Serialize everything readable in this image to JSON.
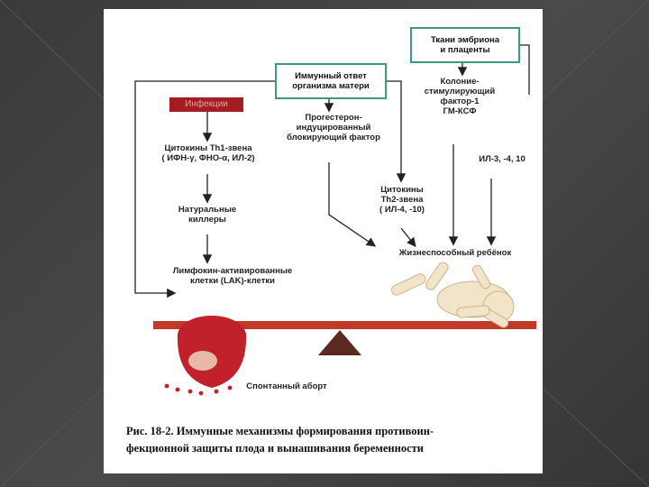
{
  "boxes": {
    "embryo_tissue": [
      "Ткани эмбриона",
      "и плаценты"
    ],
    "maternal_response": [
      "Иммунный ответ",
      "организма матери"
    ],
    "infection": "Инфекции"
  },
  "labels": {
    "th1": [
      "Цитокины Th1-звена",
      "( ИФН-γ, ФНО-α, ИЛ-2)"
    ],
    "nk": [
      "Натуральные",
      "киллеры"
    ],
    "lak": [
      "Лимфокин-активированные",
      "клетки (LAK)-клетки"
    ],
    "progesterone": [
      "Прогестерон-",
      "индуцированный",
      "блокирующий фактор"
    ],
    "csf": [
      "Колоние-",
      "стимулирующий",
      "фактор-1",
      "ГМ-КСФ"
    ],
    "il3": "ИЛ-3, -4, 10",
    "th2": [
      "Цитокины",
      "Th2-звена",
      "( ИЛ-4, -10)"
    ],
    "viable": "Жизнеспособный ребёнок",
    "abortion": "Спонтанный аборт"
  },
  "caption": [
    "Рис. 18-2. Иммунные механизмы формирования противоин-",
    "фекционной защиты плода и вынашивания беременности"
  ],
  "colors": {
    "box_border": "#3a9a8a",
    "infection_bg": "#a31c22",
    "beam": "#c0392b",
    "fulcrum": "#5a2a22"
  }
}
